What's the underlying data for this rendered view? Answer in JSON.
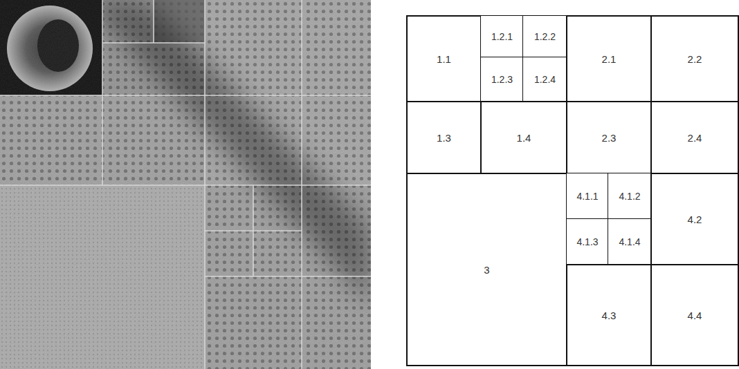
{
  "diagram": {
    "nodes": [
      {
        "text": [
          "1.1"
        ]
      },
      {
        "text": [
          "1.2.1"
        ]
      },
      {
        "text": [
          "1.2.2"
        ]
      },
      {
        "text": [
          "1.2.3"
        ]
      },
      {
        "text": [
          "1.2.4"
        ]
      },
      {
        "text": [
          "1.3"
        ]
      },
      {
        "text": [
          "1.4"
        ]
      },
      {
        "text": [
          "2.1"
        ]
      },
      {
        "text": [
          "2.2"
        ]
      },
      {
        "text": [
          "2.3"
        ]
      },
      {
        "text": [
          "2.4"
        ]
      },
      {
        "text": [
          "3"
        ]
      },
      {
        "text": [
          "4.1.1"
        ]
      },
      {
        "text": [
          "4.1.2"
        ]
      },
      {
        "text": [
          "4.1.3"
        ]
      },
      {
        "text": [
          "4.1.4"
        ]
      },
      {
        "text": [
          "4.2"
        ]
      },
      {
        "text": [
          "4.3"
        ]
      },
      {
        "text": [
          "4.4"
        ]
      }
    ]
  }
}
